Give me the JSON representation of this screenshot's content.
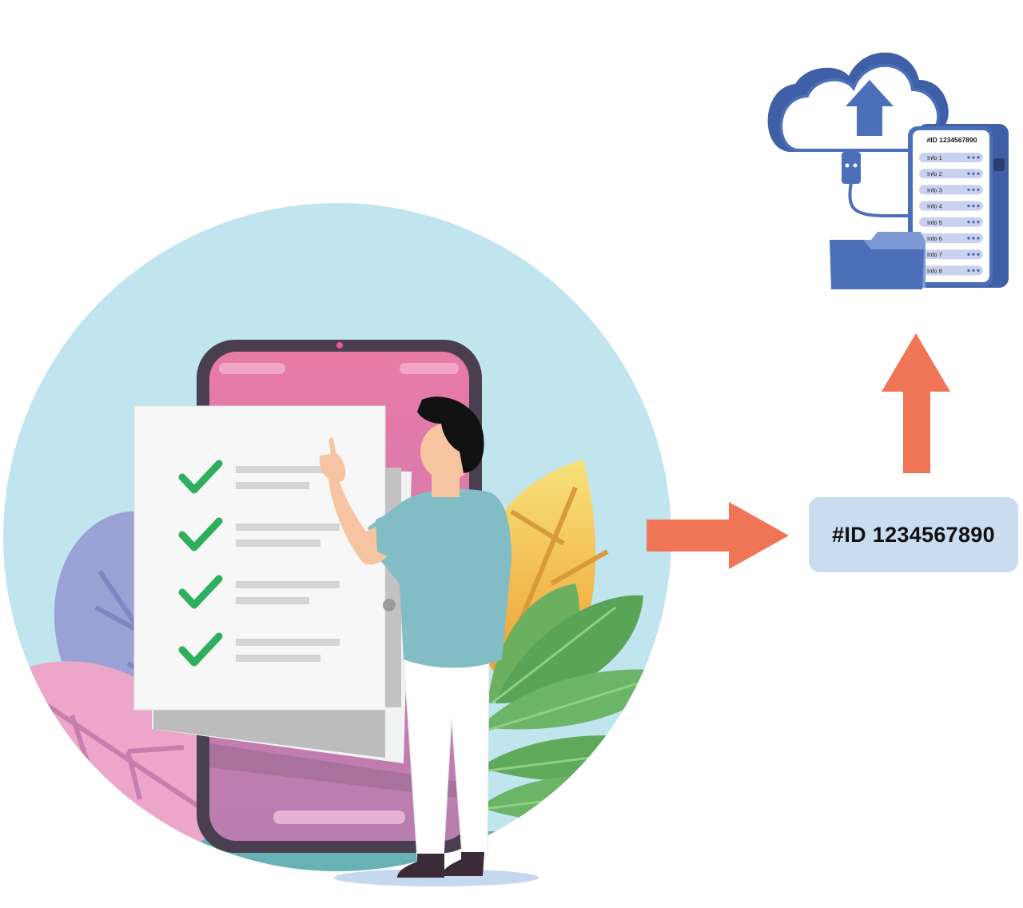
{
  "id_label": "#ID 1234567890",
  "server": {
    "header": "#ID 1234567890",
    "rows": [
      "Info 1",
      "Info 2",
      "Info 3",
      "Info 4",
      "Info 5",
      "Info 6",
      "Info 7",
      "Info 8"
    ]
  },
  "checklist": {
    "checked_items": 4
  },
  "colors": {
    "background_circle": "#c0e5ee",
    "phone_frame": "#4a3f4e",
    "phone_screen": "#d97bab",
    "check": "#2eaf5f",
    "arrow": "#f07456",
    "cloud_blue": "#4c6fb9",
    "id_box": "#c9dcf0",
    "shirt": "#82bcc5"
  }
}
